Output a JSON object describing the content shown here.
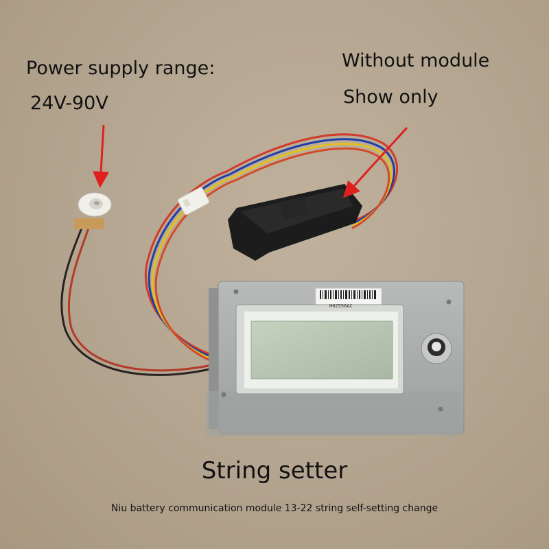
{
  "labels": {
    "power_supply": "Power supply range:",
    "voltage_range": "24V-90V",
    "without_module": "Without module",
    "show_only": "Show only",
    "product_name": "String setter",
    "description": "Niu battery communication module 13-22 string self-setting change"
  },
  "device": {
    "serial": "H02556AC"
  },
  "colors": {
    "background": "#b4a48f",
    "arrow": "#e02020",
    "case": "#a9acab",
    "lcd": "#b9c6b3",
    "module": "#1b1b1b"
  }
}
